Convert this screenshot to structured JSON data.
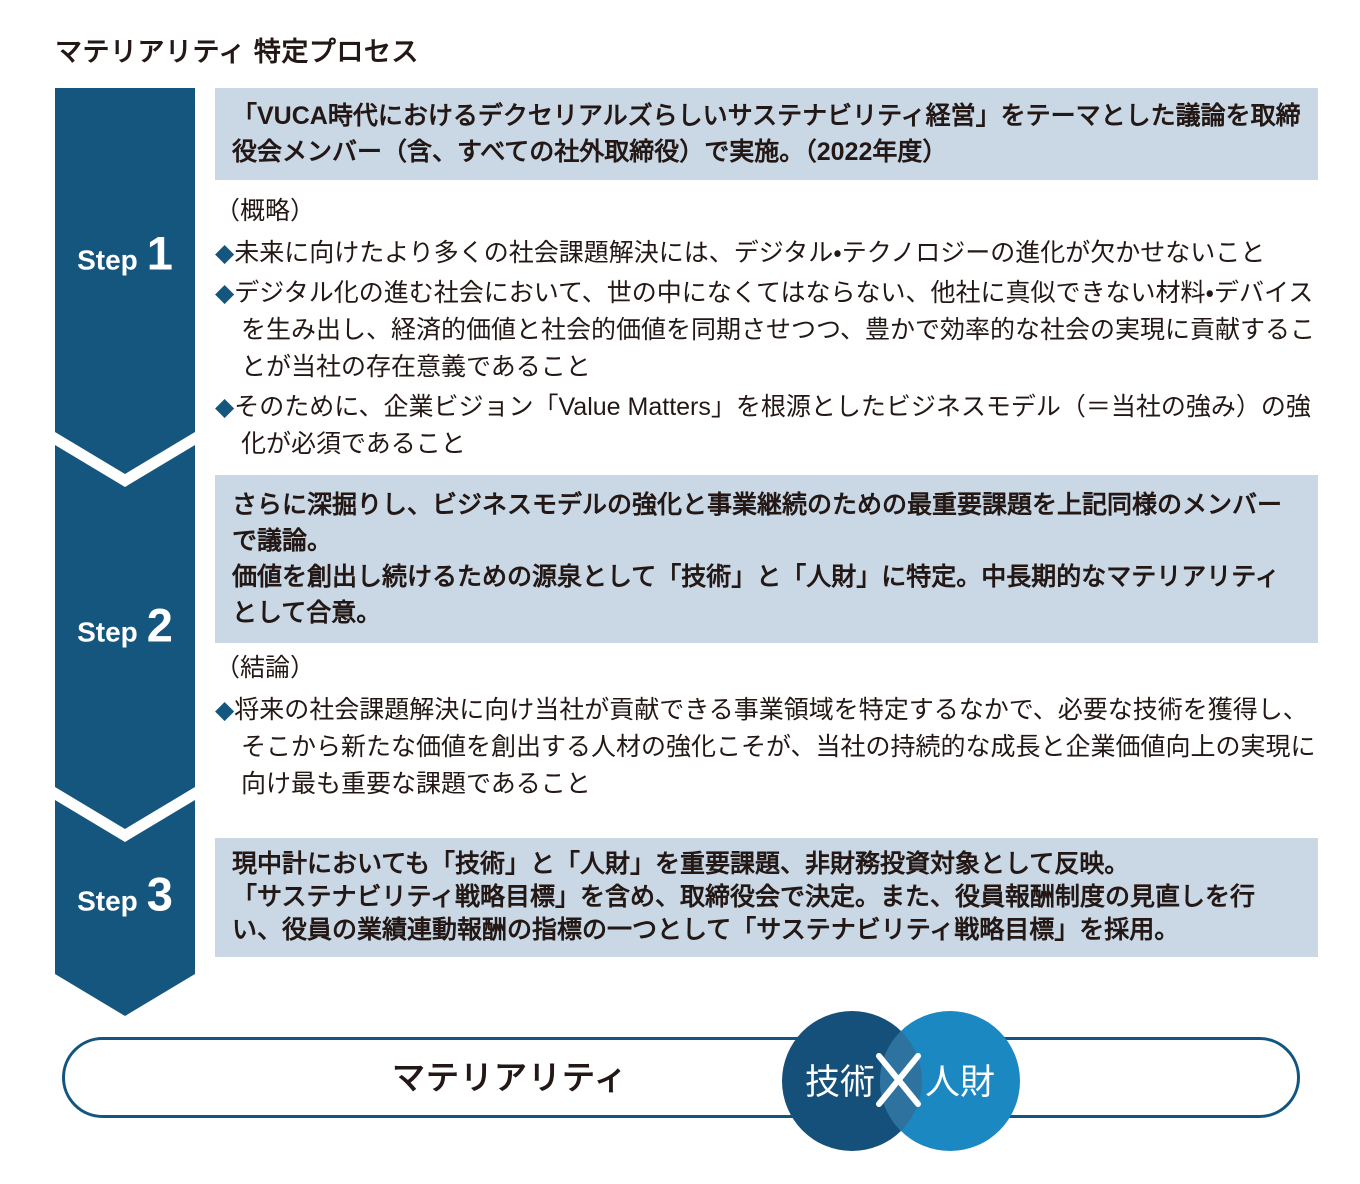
{
  "title": "マテリアリティ 特定プロセス",
  "colors": {
    "navy": "#15567e",
    "header_bg": "#c9d8e4",
    "circle_left": "#15507a",
    "circle_right": "#1c88c1",
    "circle_overlap": "#2e72a0",
    "pill_border": "#12557f",
    "text": "#231815"
  },
  "bullet_glyph": "◆",
  "steps": [
    {
      "label_prefix": "Step",
      "label_number": "1",
      "header": [
        "「VUCA時代におけるデクセリアルズらしいサステナビリティ経営」をテーマとした議論を取締役会メンバー（含、すべての社外取締役）で実施。（2022年度）"
      ],
      "body_label": "（概略）",
      "bullets": [
        "未来に向けたより多くの社会課題解決には、デジタル・テクノロジーの進化が欠かせないこと",
        "デジタル化の進む社会において、世の中になくてはならない、他社に真似できない材料・デバイスを生み出し、経済的価値と社会的価値を同期させつつ、豊かで効率的な社会の実現に貢献することが当社の存在意義であること",
        "そのために、企業ビジョン「Value Matters」を根源としたビジネスモデル（＝当社の強み）の強化が必須であること"
      ]
    },
    {
      "label_prefix": "Step",
      "label_number": "2",
      "header": [
        "さらに深掘りし、ビジネスモデルの強化と事業継続のための最重要課題を上記同様のメンバーで議論。",
        "価値を創出し続けるための源泉として「技術」と「人財」に特定。中長期的なマテリアリティとして合意。"
      ],
      "body_label": "（結論）",
      "bullets": [
        "将来の社会課題解決に向け当社が貢献できる事業領域を特定するなかで、必要な技術を獲得し、そこから新たな価値を創出する人材の強化こそが、当社の持続的な成長と企業価値向上の実現に向け最も重要な課題であること"
      ]
    },
    {
      "label_prefix": "Step",
      "label_number": "3",
      "header": [
        "現中計においても「技術」と「人財」を重要課題、非財務投資対象として反映。",
        "「サステナビリティ戦略目標」を含め、取締役会で決定。また、役員報酬制度の見直しを行い、役員の業績連動報酬の指標の一つとして「サステナビリティ戦略目標」を採用。"
      ],
      "body_label": "",
      "bullets": []
    }
  ],
  "footer": {
    "band_label": "マテリアリティ",
    "venn_left": "技術",
    "venn_right": "人財"
  }
}
